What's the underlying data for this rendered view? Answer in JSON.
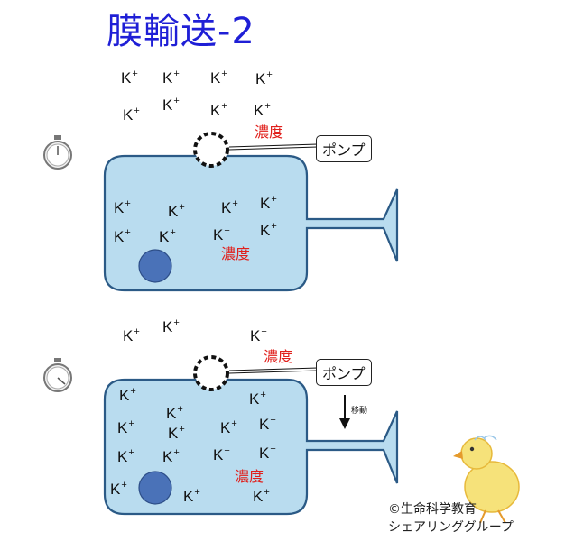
{
  "title": "膜輸送-2",
  "ion": {
    "symbol": "K",
    "charge": "+"
  },
  "panel1": {
    "outside_concentration": "濃度",
    "inside_concentration": "濃度",
    "pump_label": "ポンプ"
  },
  "panel2": {
    "outside_concentration": "濃度",
    "inside_concentration": "濃度",
    "pump_label": "ポンプ",
    "movement_label": "移動"
  },
  "credit": {
    "line1": "©生命科学教育",
    "line2": "シェアリンググループ"
  },
  "colors": {
    "title": "#1f1fd6",
    "cell_fill": "#b9dcef",
    "cell_stroke": "#2b5a86",
    "nucleus": "#4a72b8",
    "concentration_text": "#e0201c"
  }
}
